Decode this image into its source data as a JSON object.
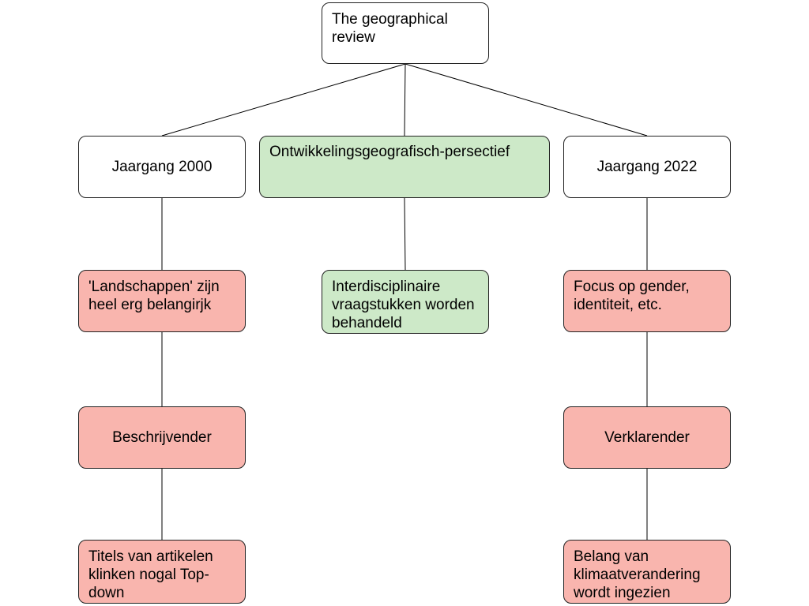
{
  "colors": {
    "white_node": "#ffffff",
    "green_node": "#cde9c8",
    "red_node": "#f9b5ae",
    "border": "#222222"
  },
  "nodes": {
    "root": {
      "text": "The geographical review"
    },
    "jaargang_2000": {
      "text": "Jaargang 2000"
    },
    "perspectief": {
      "text": "Ontwikkelingsgeografisch-persectief"
    },
    "jaargang_2022": {
      "text": "Jaargang 2022"
    },
    "landschappen": {
      "text": "'Landschappen' zijn heel erg belangirjk"
    },
    "interdisciplinair": {
      "text": "Interdisciplinaire vraagstukken worden behandeld"
    },
    "focus_gender": {
      "text": "Focus op gender, identiteit, etc."
    },
    "beschrijvender": {
      "text": "Beschrijvender"
    },
    "verklarender": {
      "text": "Verklarender"
    },
    "titels": {
      "text": "Titels van artikelen klinken nogal Top-down"
    },
    "klimaat": {
      "text": "Belang van klimaatverandering wordt ingezien"
    }
  },
  "edges": [
    [
      "root",
      "jaargang_2000"
    ],
    [
      "root",
      "perspectief"
    ],
    [
      "root",
      "jaargang_2022"
    ],
    [
      "jaargang_2000",
      "landschappen"
    ],
    [
      "landschappen",
      "beschrijvender"
    ],
    [
      "beschrijvender",
      "titels"
    ],
    [
      "perspectief",
      "interdisciplinair"
    ],
    [
      "jaargang_2022",
      "focus_gender"
    ],
    [
      "focus_gender",
      "verklarender"
    ],
    [
      "verklarender",
      "klimaat"
    ]
  ]
}
